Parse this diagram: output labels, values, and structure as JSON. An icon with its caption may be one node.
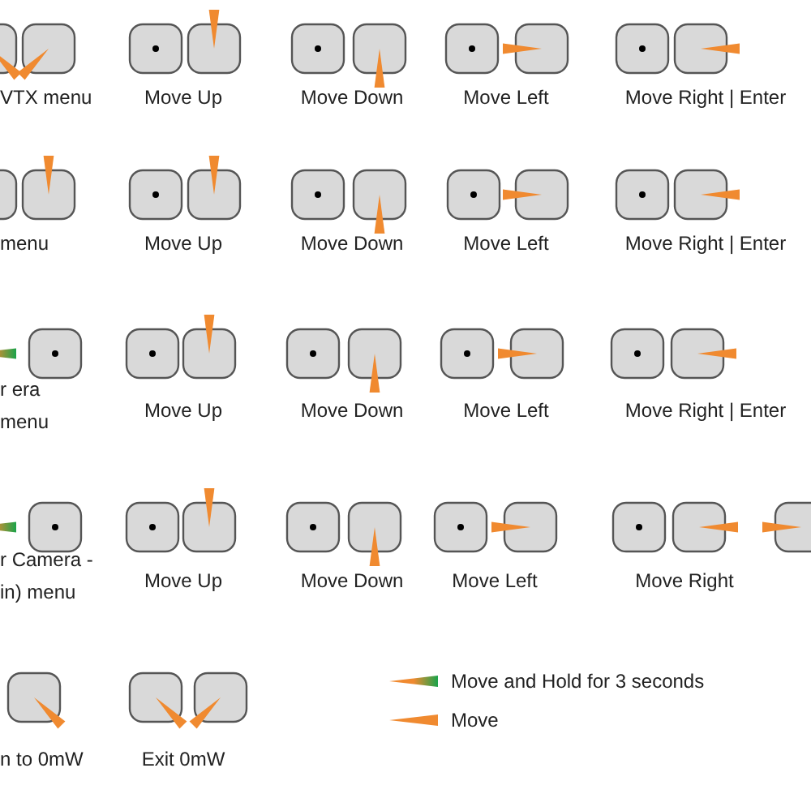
{
  "diagram": {
    "labels": [
      "VTX menu",
      "Move Up",
      "Move Down",
      "Move Left",
      "Move Right | Enter",
      "menu",
      "Move Up",
      "Move Down",
      "Move Left",
      "Move Right | Enter",
      "r era menu",
      "Move Up",
      "Move Down",
      "Move Left",
      "Move Right | Enter",
      "r Camera -in) menu",
      "Move Up",
      "Move Down",
      "Move Left",
      "Move Right",
      "n to 0mW",
      "Exit 0mW"
    ],
    "legend": [
      {
        "text": "Move and Hold for 3 seconds"
      },
      {
        "text": "Move"
      }
    ]
  }
}
